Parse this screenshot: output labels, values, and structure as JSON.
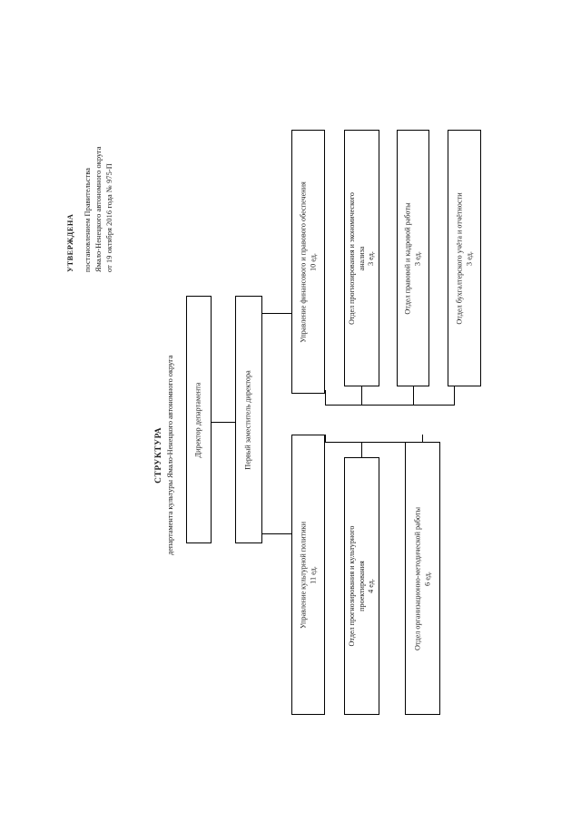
{
  "document": {
    "approval": {
      "heading": "УТВЕРЖДЕНА",
      "line1": "постановлением Правительства",
      "line2": "Ямало-Ненецкого автономного округа",
      "line3": "от 19 октября 2016 года № 975-П"
    },
    "title": {
      "main": "СТРУКТУРА",
      "subtitle": "департамента культуры Ямало-Ненецкого автономного округа"
    }
  },
  "chart_data": {
    "type": "diagram",
    "orientation": "rotated-90-landscape",
    "nodes": [
      {
        "id": "director",
        "label": "Директор департамента",
        "units": ""
      },
      {
        "id": "deputy",
        "label": "Первый заместитель директора",
        "units": ""
      },
      {
        "id": "fin_dept",
        "label": "Управление финансового и правового обеспечения",
        "units": "10 ед."
      },
      {
        "id": "fin_d1",
        "label": "Отдел прогнозирования и экономического анализа",
        "units": "3 ед."
      },
      {
        "id": "fin_d2",
        "label": "Отдел правовой и кадровой работы",
        "units": "3 ед."
      },
      {
        "id": "fin_d3",
        "label": "Отдел бухгалтерского учёта и отчётности",
        "units": "3 ед."
      },
      {
        "id": "cult_dept",
        "label": "Управление культурной политики",
        "units": "11 ед."
      },
      {
        "id": "cult_d1",
        "label": "Отдел прогнозирования и культурного проектирования",
        "units": "4 ед."
      },
      {
        "id": "cult_d2",
        "label": "Отдел организационно-методической работы",
        "units": "6 ед."
      }
    ],
    "edges": [
      {
        "from": "director",
        "to": "deputy"
      },
      {
        "from": "deputy",
        "to": "fin_dept"
      },
      {
        "from": "deputy",
        "to": "cult_dept"
      },
      {
        "from": "fin_dept",
        "to": "fin_d1"
      },
      {
        "from": "fin_dept",
        "to": "fin_d2"
      },
      {
        "from": "fin_dept",
        "to": "fin_d3"
      },
      {
        "from": "cult_dept",
        "to": "cult_d1"
      },
      {
        "from": "cult_dept",
        "to": "cult_d2"
      }
    ]
  },
  "boxes": {
    "director": {
      "line1": "Директор департамента"
    },
    "deputy": {
      "line1": "Первый заместитель директора"
    },
    "fin_dept": {
      "line1": "Управление финансового и правового обеспечения",
      "line2": "10 ед."
    },
    "fin_d1": {
      "line1": "Отдел прогнозирования и экономического",
      "line2": "анализа",
      "line3": "3 ед."
    },
    "fin_d2": {
      "line1": "Отдел правовой и кадровой работы",
      "line2": "3 ед."
    },
    "fin_d3": {
      "line1": "Отдел бухгалтерского учёта и отчётности",
      "line2": "3 ед."
    },
    "cult_dept": {
      "line1": "Управление культурной политики",
      "line2": "11 ед."
    },
    "cult_d1": {
      "line1": "Отдел прогнозирования и культурного",
      "line2": "проектирования",
      "line3": "4 ед."
    },
    "cult_d2": {
      "line1": "Отдел организационно-методической работы",
      "line2": "6 ед."
    }
  },
  "colors": {
    "page_background": "#ffffff",
    "ink": "#1a1a1a",
    "line": "#000000"
  }
}
